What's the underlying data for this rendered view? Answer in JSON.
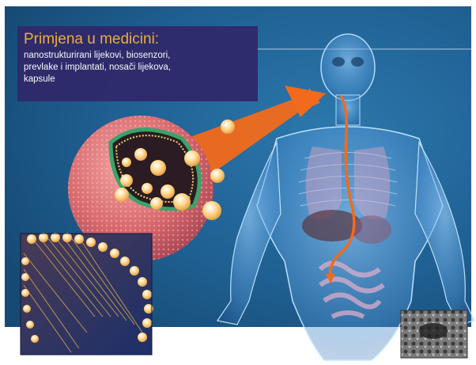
{
  "caption": {
    "title": "Primjena u medicini:",
    "lines": [
      "nanostrukturirani lijekovi,  biosenzori,",
      "prevlake i implantati, nosači lijekova,",
      "kapsule"
    ]
  },
  "colors": {
    "background_blue": "#1f5f91",
    "caption_bg": "#2f2a6b",
    "title_orange": "#f2b23a",
    "arrow_orange": "#f26a1b",
    "liposome_red": "#d7646a",
    "bilayer_green": "#3aa36a"
  }
}
